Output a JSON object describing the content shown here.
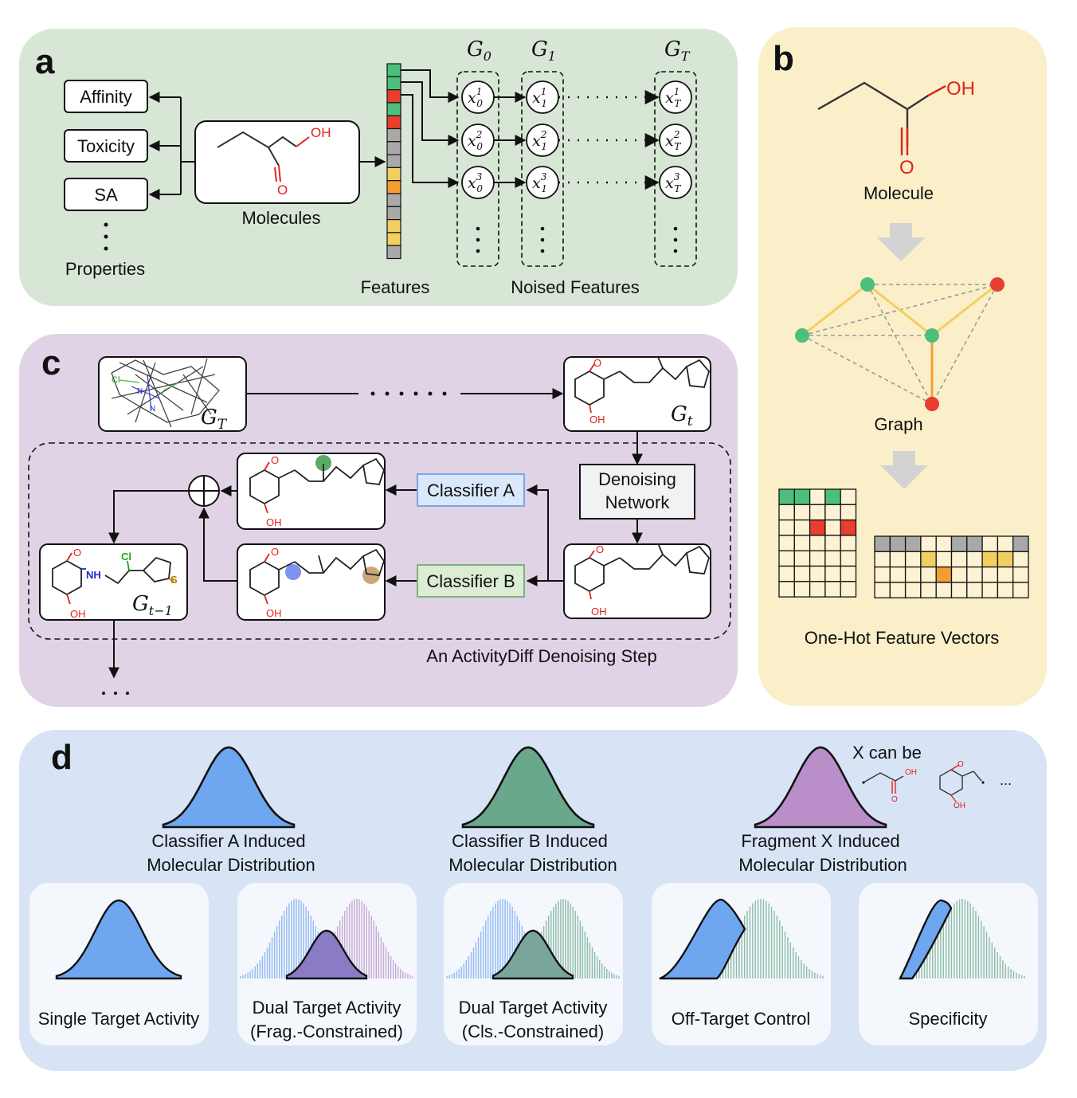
{
  "colors": {
    "panel_a_bg": "#d8e6d6",
    "panel_b_bg": "#faefc9",
    "panel_c_bg": "#e0d3e5",
    "panel_d_bg": "#d8e3f6",
    "green_node": "#4cbf7c",
    "red_node": "#e83d2f",
    "gray_cell": "#a9a9a9",
    "yellow_cell": "#f2cf5e",
    "orange_cell": "#f39d33",
    "classifier_a_blue": "#6ea6f0",
    "classifier_b_green": "#6aa88c",
    "fragment_x_purple": "#b98ec9"
  },
  "panel_a": {
    "label": "a",
    "properties": [
      "Affinity",
      "Toxicity",
      "SA"
    ],
    "properties_label": "Properties",
    "molecules_label": "Molecules",
    "oh_label": "OH",
    "o_label": "O",
    "features_label": "Features",
    "noised_label": "Noised Features",
    "feature_colors": [
      "green",
      "green",
      "red",
      "green",
      "red",
      "gray",
      "gray",
      "gray",
      "yellow",
      "orange",
      "gray",
      "gray",
      "yellow",
      "yellow",
      "gray"
    ],
    "g_base": "G",
    "g_subs": [
      "0",
      "1",
      "T"
    ],
    "x_base": "x",
    "x_cols": [
      "0",
      "1",
      "T"
    ],
    "x_rows": [
      "1",
      "2",
      "3"
    ]
  },
  "panel_b": {
    "label": "b",
    "molecule_label": "Molecule",
    "oh_label": "OH",
    "o_label": "O",
    "graph_label": "Graph",
    "onehot_label": "One-Hot Feature Vectors"
  },
  "panel_c": {
    "label": "c",
    "gt_base": "G",
    "gt_sub_T": "T",
    "gt_sub_t": "t",
    "gt_sub_tm1": "t−1",
    "classifier_a": "Classifier A",
    "classifier_b": "Classifier B",
    "denoising_line1": "Denoising",
    "denoising_line2": "Network",
    "step_label": "An ActivityDiff Denoising Step",
    "oh": "OH",
    "o": "O",
    "nh": "NH",
    "cl": "Cl",
    "s": "S",
    "n": "N"
  },
  "panel_d": {
    "label": "d",
    "dist_a_line1": "Classifier A Induced",
    "dist_a_line2": "Molecular Distribution",
    "dist_b_line1": "Classifier B Induced",
    "dist_b_line2": "Molecular Distribution",
    "dist_x_line1": "Fragment X Induced",
    "dist_x_line2": "Molecular Distribution",
    "x_can_be": "X can be",
    "ellipsis": "...",
    "oh": "OH",
    "o": "O",
    "cards": [
      {
        "line1": "Single Target Activity",
        "line2": ""
      },
      {
        "line1": "Dual Target Activity",
        "line2": "(Frag.-Constrained)"
      },
      {
        "line1": "Dual Target Activity",
        "line2": "(Cls.-Constrained)"
      },
      {
        "line1": "Off-Target Control",
        "line2": ""
      },
      {
        "line1": "Specificity",
        "line2": ""
      }
    ]
  }
}
